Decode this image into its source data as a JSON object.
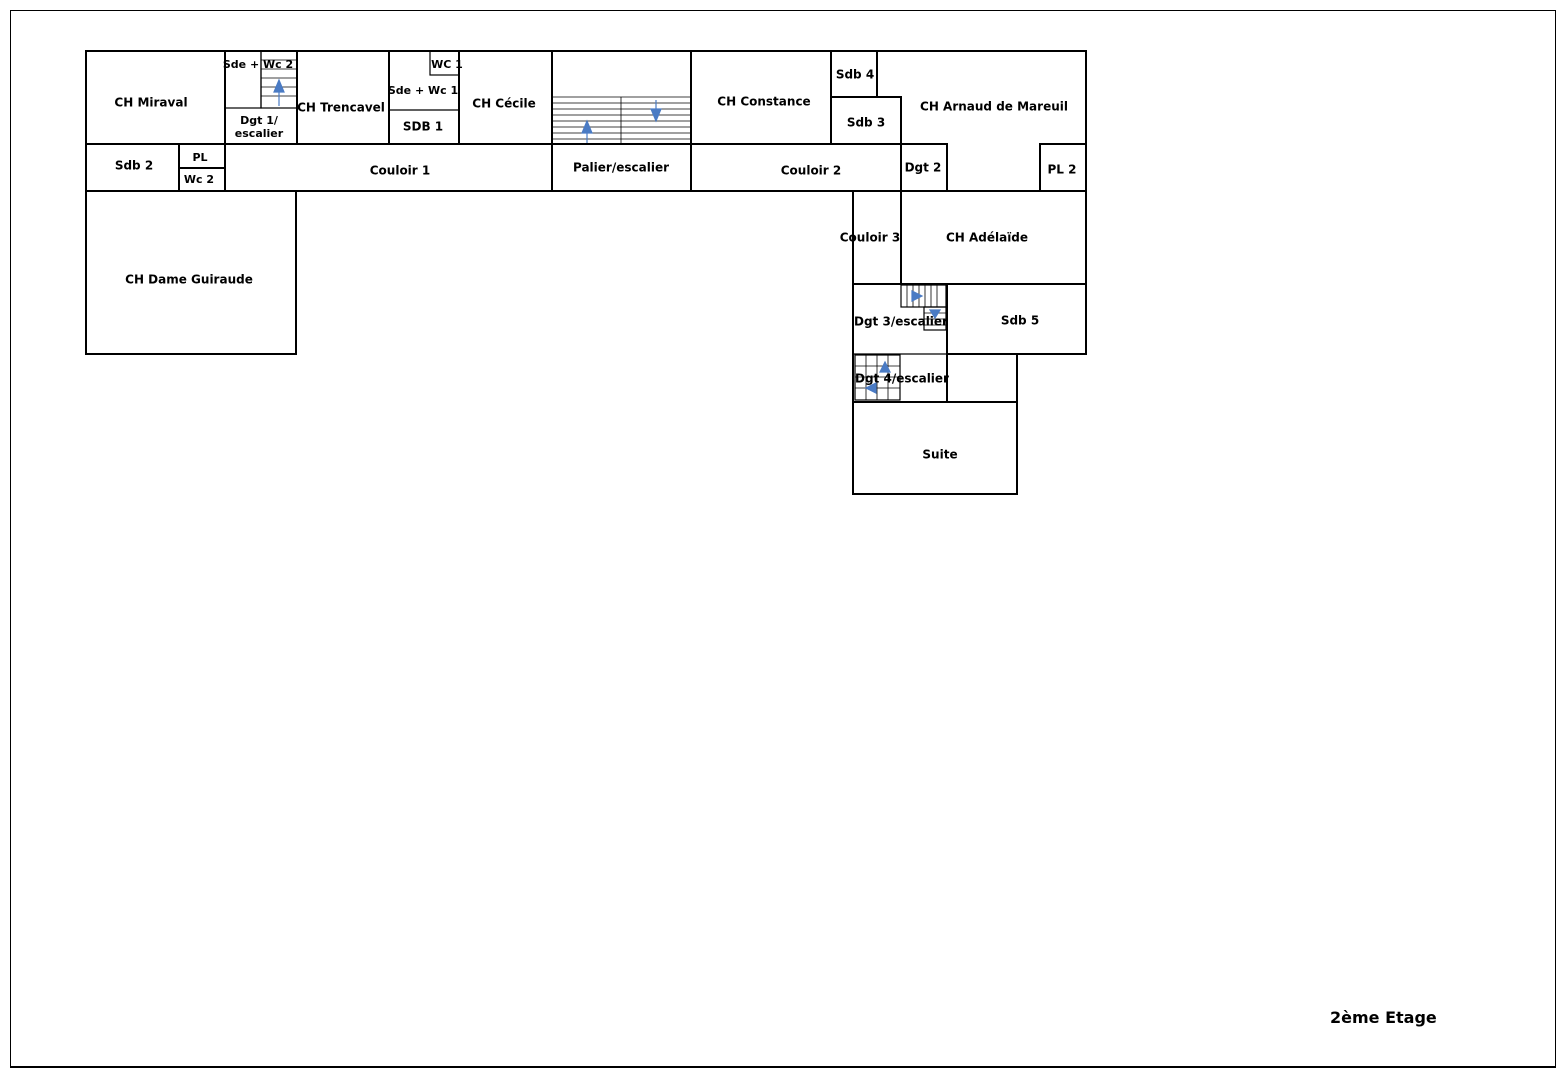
{
  "rooms": {
    "ch_miraval": "CH Miraval",
    "sde_wc2": "Sde + Wc 2",
    "dgt1_line1": "Dgt 1/",
    "dgt1_line2": "escalier",
    "ch_trencavel": "CH Trencavel",
    "wc1": "WC 1",
    "sde_wc1": "Sde + Wc 1",
    "sdb1": "SDB 1",
    "ch_cecile": "CH Cécile",
    "ch_constance": "CH Constance",
    "sdb4": "Sdb 4",
    "sdb3": "Sdb 3",
    "ch_arnaud": "CH Arnaud de Mareuil",
    "sdb2": "Sdb 2",
    "pl": "PL",
    "wc2": "Wc 2",
    "couloir1": "Couloir 1",
    "palier": "Palier/escalier",
    "couloir2": "Couloir 2",
    "dgt2": "Dgt 2",
    "pl2": "PL 2",
    "ch_dame": "CH Dame Guiraude",
    "couloir3": "Couloir 3",
    "ch_adelaide": "CH Adélaïde",
    "dgt3": "Dgt 3/escalier",
    "sdb5": "Sdb 5",
    "dgt4": "Dgt 4/escalier",
    "suite": "Suite"
  },
  "floor_title": "2ème Etage",
  "colors": {
    "stair_arrow": "#4a7bc4",
    "wall": "#000000",
    "background": "#ffffff"
  }
}
